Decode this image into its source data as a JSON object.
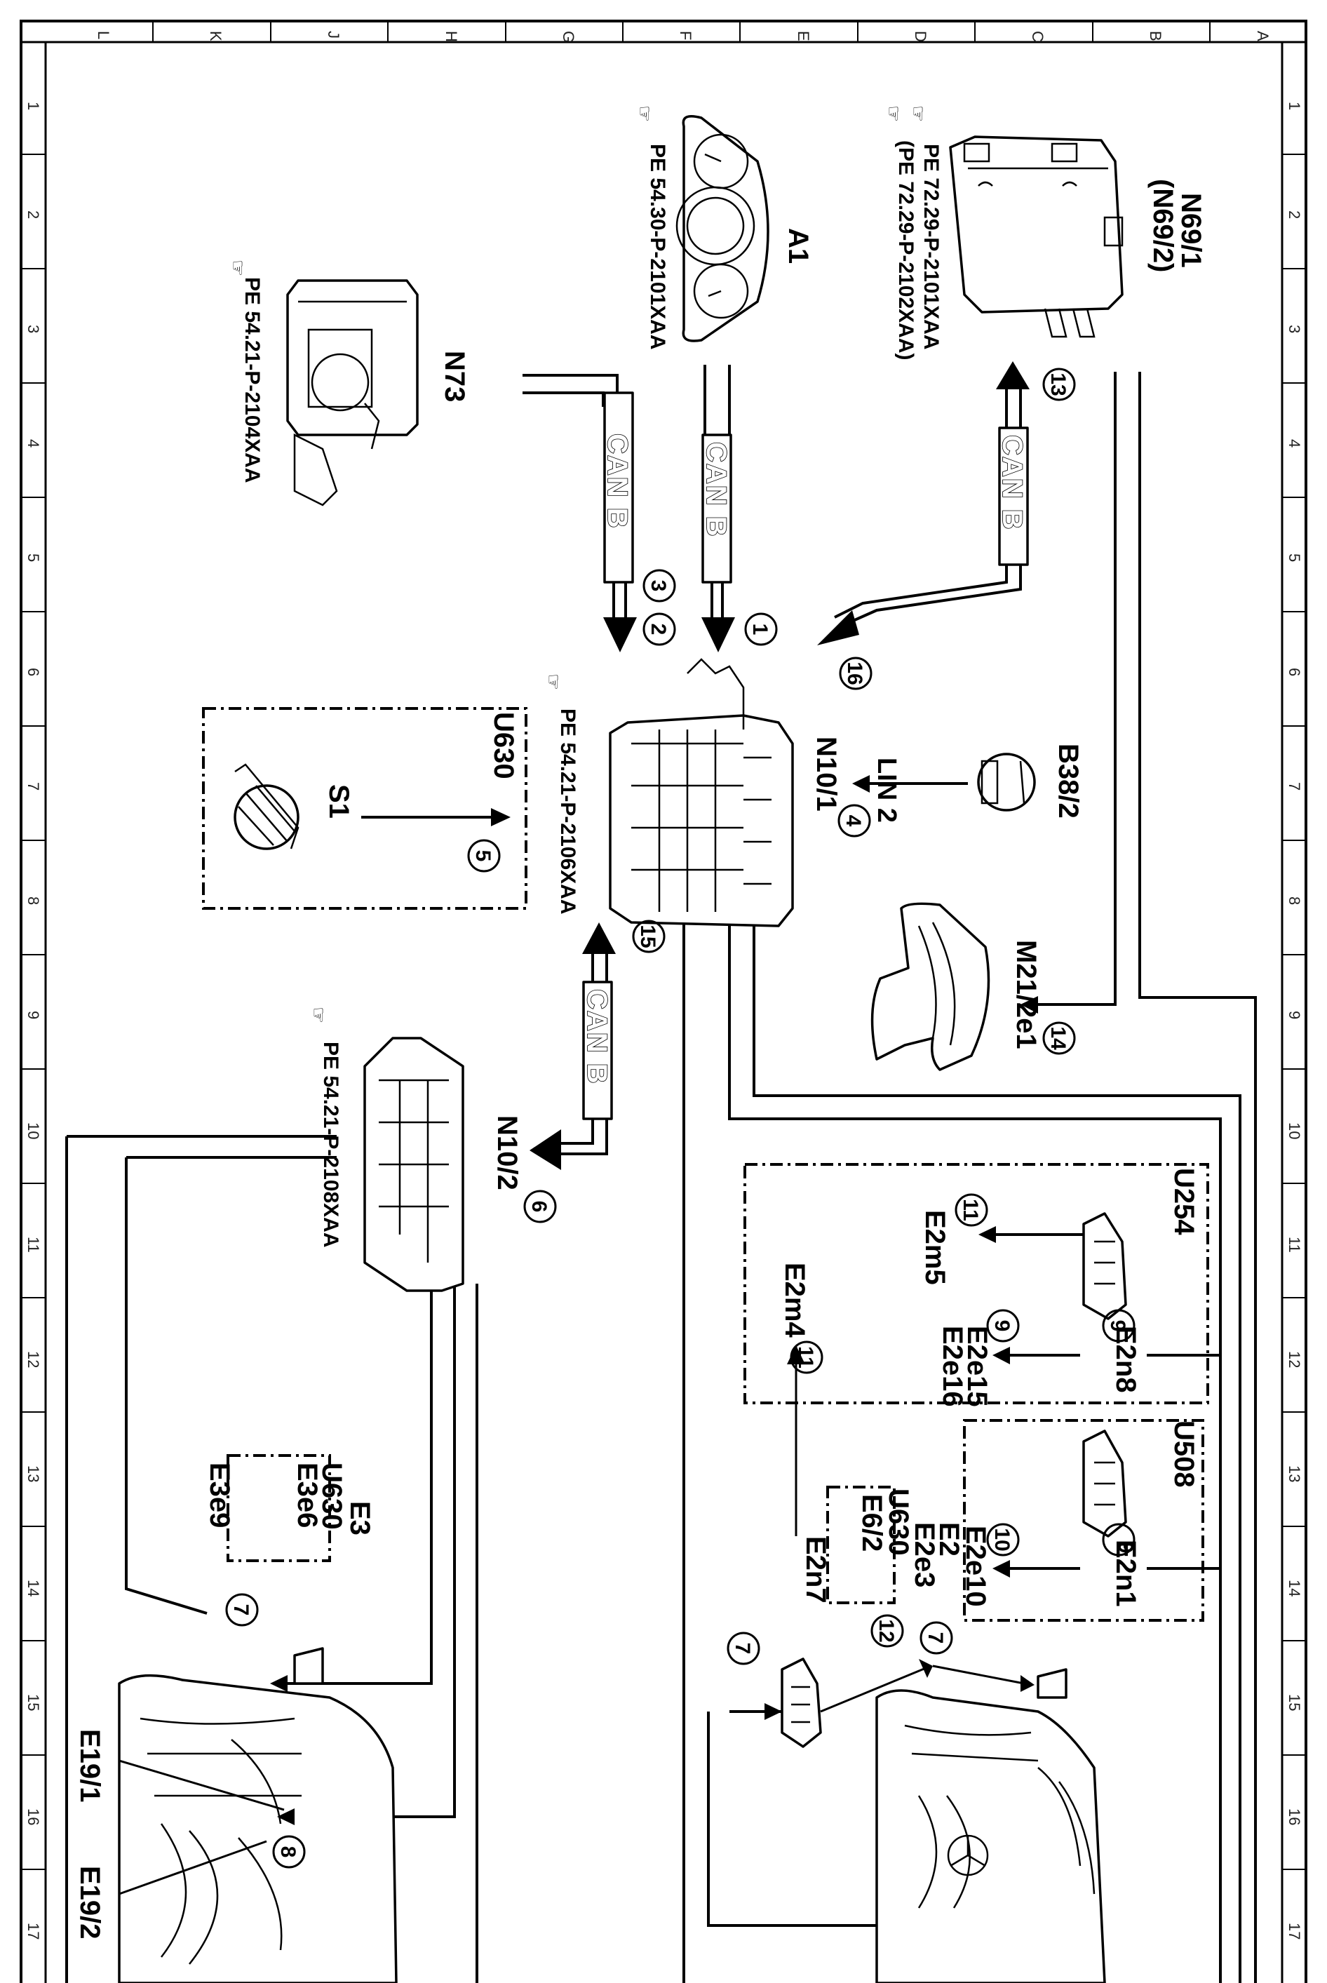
{
  "grid": {
    "row_labels": [
      "L",
      "K",
      "J",
      "H",
      "G",
      "F",
      "E",
      "D",
      "C",
      "B",
      "A"
    ],
    "col_labels": [
      "1",
      "2",
      "3",
      "4",
      "5",
      "6",
      "7",
      "8",
      "9",
      "10",
      "11",
      "12",
      "13",
      "14",
      "15",
      "16",
      "17"
    ]
  },
  "components": {
    "n69_1": {
      "label": "N69/1",
      "sub": "(N69/2)",
      "ref1": "PE 72.29-P-2101XAA",
      "ref2": "(PE 72.29-P-2102XAA)"
    },
    "a1": {
      "label": "A1",
      "ref": "PE 54.30-P-2101XAA"
    },
    "n73": {
      "label": "N73",
      "ref": "PE 54.21-P-2104XAA"
    },
    "n10_1": {
      "label": "N10/1",
      "ref": "PE 54.21-P-2106XAA"
    },
    "b38_2": {
      "label": "B38/2"
    },
    "u630_s1": {
      "group": "U630",
      "label": "S1"
    },
    "m21": {
      "label": "M21/2e1"
    },
    "n10_2": {
      "label": "N10/2",
      "ref": "PE 54.21-P-2108XAA"
    },
    "u254": {
      "group": "U254",
      "e2m5": "E2m5",
      "e2n8": "E2n8",
      "e2e15": "E2e15",
      "e2e16": "E2e16",
      "e2m4": "E2m4"
    },
    "u508": {
      "group": "U508",
      "e2n1": "E2n1",
      "e2e10": "E2e10"
    },
    "u630_e6": {
      "group": "U630",
      "label": "E6/2"
    },
    "e2": {
      "label1": "E2",
      "label2": "E2e3",
      "e2n7": "E2n7"
    },
    "e3": {
      "label1": "E3",
      "group": "U630",
      "label2": "E3e6",
      "label3": "E3e9"
    },
    "e19": {
      "label1": "E19/1",
      "label2": "E19/2"
    }
  },
  "bus": {
    "can": "CAN B",
    "lin": "LIN 2"
  },
  "callouts": [
    "1",
    "2",
    "3",
    "4",
    "5",
    "6",
    "7",
    "8",
    "9",
    "10",
    "11",
    "12",
    "13",
    "14",
    "15",
    "16"
  ]
}
